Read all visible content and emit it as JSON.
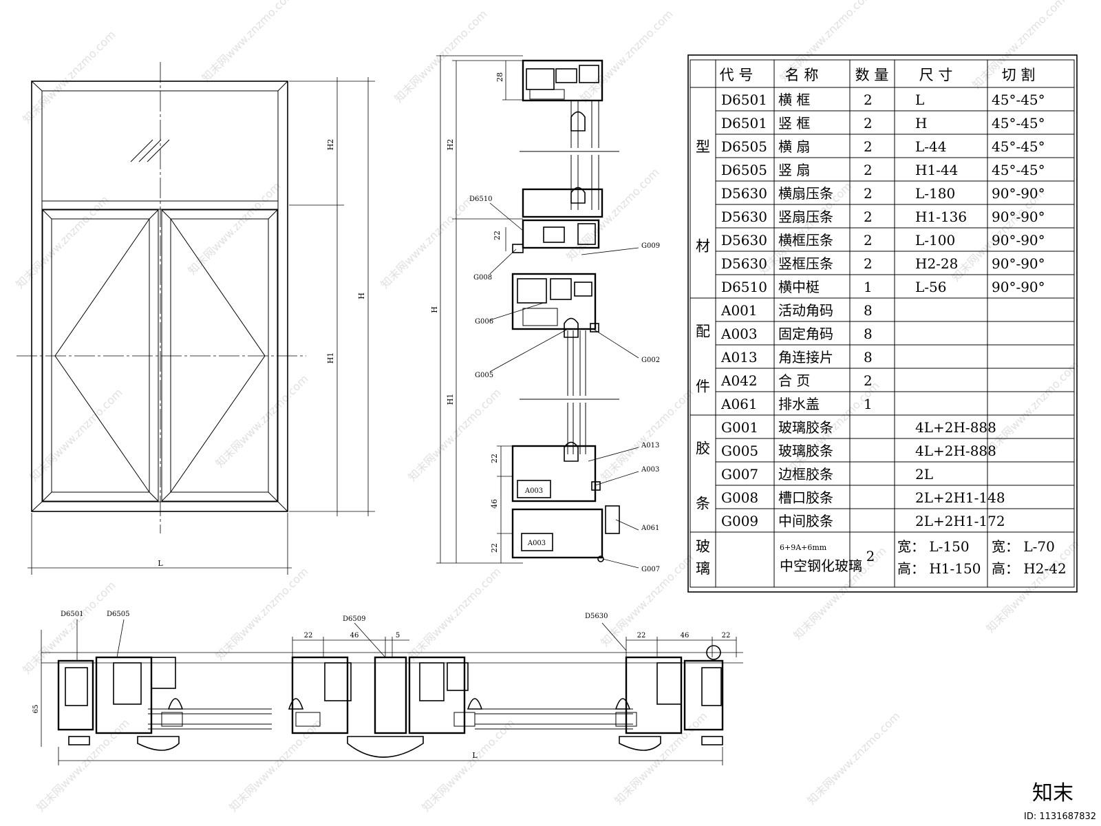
{
  "window_elevation": {
    "width_label": "L",
    "height_labels": [
      "H2",
      "H",
      "H1"
    ]
  },
  "vertical_section": {
    "dims": [
      "28",
      "H2",
      "H",
      "22",
      "H1",
      "22",
      "46",
      "22"
    ],
    "callouts": [
      "D6510",
      "G008",
      "G009",
      "G006",
      "G005",
      "G002",
      "A013",
      "A003",
      "A061",
      "G007"
    ],
    "inner_labels": [
      "A003",
      "A003"
    ]
  },
  "horizontal_section": {
    "callouts": [
      "D6501",
      "D6505",
      "D6509",
      "D5630"
    ],
    "dims": [
      "22",
      "46",
      "5",
      "22",
      "46",
      "22",
      "65",
      "L"
    ]
  },
  "table": {
    "headers": [
      "代 号",
      "名    称",
      "数 量",
      "尺    寸",
      "切    割"
    ],
    "groups": [
      {
        "label": [
          "型",
          "材"
        ],
        "rows": [
          {
            "code": "D6501",
            "name": "横    框",
            "qty": "2",
            "size": "L",
            "cut": "45°-45°"
          },
          {
            "code": "D6501",
            "name": "竖    框",
            "qty": "2",
            "size": "H",
            "cut": "45°-45°"
          },
          {
            "code": "D6505",
            "name": "横    扇",
            "qty": "2",
            "size": "L-44",
            "cut": "45°-45°"
          },
          {
            "code": "D6505",
            "name": "竖    扇",
            "qty": "2",
            "size": "H1-44",
            "cut": "45°-45°"
          },
          {
            "code": "D5630",
            "name": "横扇压条",
            "qty": "2",
            "size": "L-180",
            "cut": "90°-90°"
          },
          {
            "code": "D5630",
            "name": "竖扇压条",
            "qty": "2",
            "size": "H1-136",
            "cut": "90°-90°"
          },
          {
            "code": "D5630",
            "name": "横框压条",
            "qty": "2",
            "size": "L-100",
            "cut": "90°-90°"
          },
          {
            "code": "D5630",
            "name": "竖框压条",
            "qty": "2",
            "size": "H2-28",
            "cut": "90°-90°"
          },
          {
            "code": "D6510",
            "name": "横中梃",
            "qty": "1",
            "size": "L-56",
            "cut": "90°-90°"
          }
        ]
      },
      {
        "label": [
          "配",
          "件"
        ],
        "rows": [
          {
            "code": "A001",
            "name": "活动角码",
            "qty": "8",
            "size": "",
            "cut": ""
          },
          {
            "code": "A003",
            "name": "固定角码",
            "qty": "8",
            "size": "",
            "cut": ""
          },
          {
            "code": "A013",
            "name": "角连接片",
            "qty": "8",
            "size": "",
            "cut": ""
          },
          {
            "code": "A042",
            "name": "合    页",
            "qty": "2",
            "size": "",
            "cut": ""
          },
          {
            "code": "A061",
            "name": "排水盖",
            "qty": "1",
            "size": "",
            "cut": ""
          }
        ]
      },
      {
        "label": [
          "胶",
          "条"
        ],
        "rows": [
          {
            "code": "G001",
            "name": "玻璃胶条",
            "qty": "",
            "size": "4L+2H-888",
            "cut": ""
          },
          {
            "code": "G005",
            "name": "玻璃胶条",
            "qty": "",
            "size": "4L+2H-888",
            "cut": ""
          },
          {
            "code": "G007",
            "name": "边框胶条",
            "qty": "",
            "size": "2L",
            "cut": ""
          },
          {
            "code": "G008",
            "name": "槽口胶条",
            "qty": "",
            "size": "2L+2H1-148",
            "cut": ""
          },
          {
            "code": "G009",
            "name": "中间胶条",
            "qty": "",
            "size": "2L+2H1-172",
            "cut": ""
          }
        ]
      }
    ],
    "glass": {
      "label": [
        "玻",
        "璃"
      ],
      "name": [
        "6+9A+6mm",
        "中空钢化玻璃"
      ],
      "qty": "2",
      "size1": [
        "宽： L-150",
        "高： H1-150"
      ],
      "size2": [
        "宽： L-70",
        "高： H2-42"
      ]
    }
  },
  "watermark": {
    "text": "知末网www.znzmo.com",
    "logo": "知末",
    "id": "ID: 1131687832"
  }
}
